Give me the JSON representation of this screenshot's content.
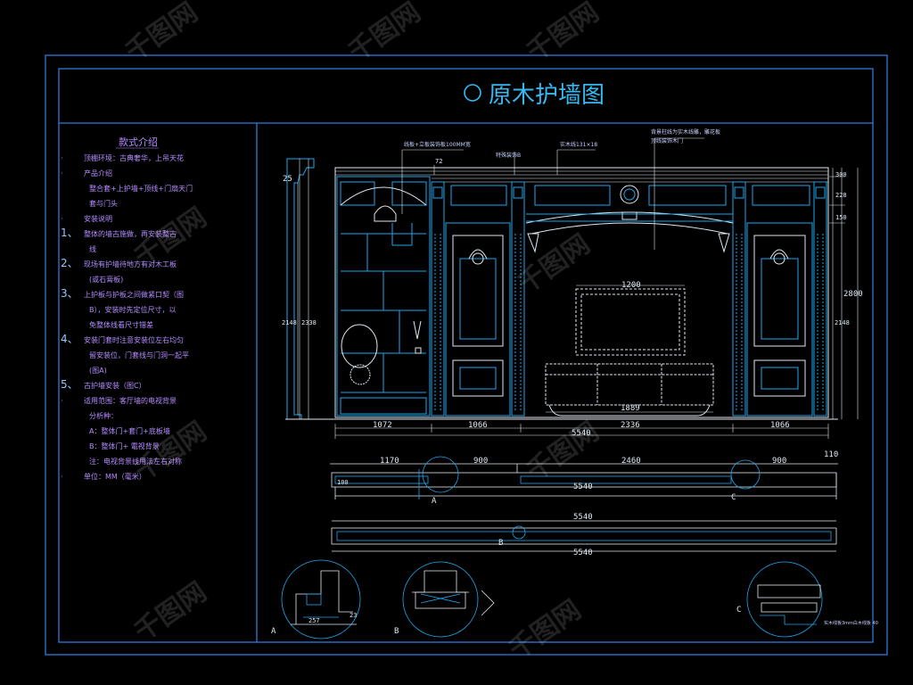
{
  "drawing": {
    "title": "原木护墙图",
    "colors": {
      "frame": "#2f7ad8",
      "line": "#1ca8f0",
      "white": "#dfe9f2",
      "text": "#b48cff",
      "cyan": "#2fd8f0"
    }
  },
  "spec_panel": {
    "heading": "款式介绍",
    "lines": [
      {
        "bullet": "·",
        "text": "顶棚环境：古典奢华，上吊天花"
      },
      {
        "bullet": "·",
        "text": "产品介绍"
      },
      {
        "bullet": "",
        "text": "整合套+上护墙+顶线+门扇天门"
      },
      {
        "bullet": "",
        "text": "套与门头"
      },
      {
        "bullet": "·",
        "text": "安装说明"
      },
      {
        "bullet": "1、",
        "text": "整体的墙古施做，再安装整古"
      },
      {
        "bullet": "",
        "text": "线"
      },
      {
        "bullet": "2、",
        "text": "现场有护墙待地方有对木工板"
      },
      {
        "bullet": "",
        "text": "(或石膏板)"
      },
      {
        "bullet": "3、",
        "text": "上护板与护板之间做紧口契（图"
      },
      {
        "bullet": "",
        "text": "B），安装时先定位尺寸，以"
      },
      {
        "bullet": "",
        "text": "免整体线看尺寸错差"
      },
      {
        "bullet": "4、",
        "text": "安装门套时注意安装位左右均匀"
      },
      {
        "bullet": "",
        "text": "留安装位，门套线与门洞一起平"
      },
      {
        "bullet": "",
        "text": "(图A)"
      },
      {
        "bullet": "5、",
        "text": "古护墙安装（图C）"
      },
      {
        "bullet": "·",
        "text": "适用范围：客厅墙的电视背景"
      },
      {
        "bullet": "",
        "text": "分析种："
      },
      {
        "bullet": "",
        "text": "A：整体门+套门+底板墙"
      },
      {
        "bullet": "",
        "text": "B：整体门+ 電视背景"
      },
      {
        "bullet": "",
        "text": "注：电视背景线用法左右对称"
      },
      {
        "bullet": "·",
        "text": "单位：MM（毫米）"
      }
    ]
  },
  "elevation": {
    "callouts": {
      "top_left": "线板+立板装饰板100MM宽",
      "top_mid": "实木线131×18",
      "top_right": "背景柱线为实木线雕，雕花板",
      "top_right2": "顶线装饰木门",
      "section_b": "特殊装饰B",
      "side_dim": "72"
    },
    "dims_left_side": [
      "25",
      "2148",
      "2338"
    ],
    "dims_right_side": [
      "300",
      "228",
      "150",
      "2800",
      "2148"
    ],
    "tv_width": "1200",
    "cabinet_width": "1889",
    "bottom_dims": [
      "1072",
      "1066",
      "2336",
      "1066"
    ],
    "overall_width": "5540"
  },
  "plan_sections": {
    "upper_dims": [
      "1170",
      "900",
      "2460",
      "900",
      "110"
    ],
    "upper_total": "5540",
    "lower_total_top": "5540",
    "lower_total_bottom": "5540",
    "left_label": "100",
    "markers": [
      "A",
      "B",
      "C"
    ]
  },
  "details": {
    "a_label": "A",
    "b_label": "B",
    "c_label": "C",
    "a_dims": [
      "257",
      "23"
    ],
    "c_note": "实木线板3mm白木线板 40"
  },
  "watermark": "千图网"
}
